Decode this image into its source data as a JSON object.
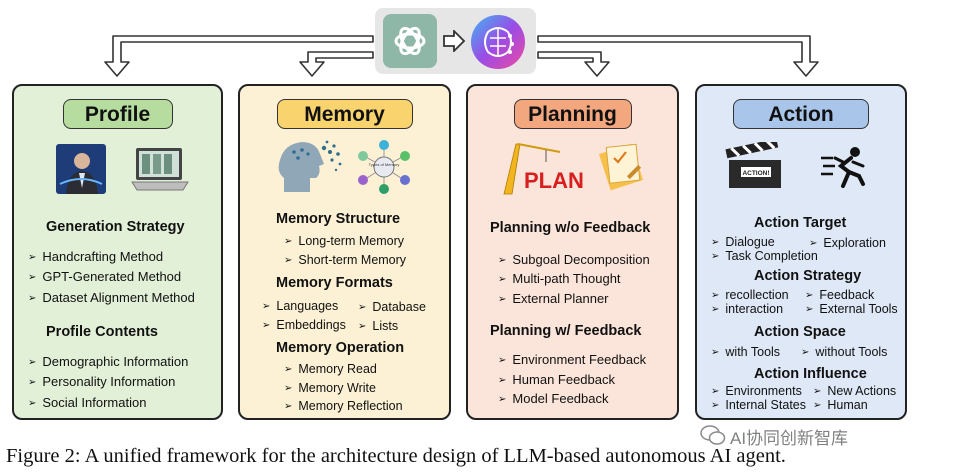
{
  "panels": {
    "profile": {
      "title": "Profile",
      "generation_strategy": "Generation Strategy",
      "gen_items": [
        "Handcrafting Method",
        "GPT-Generated Method",
        "Dataset  Alignment Method"
      ],
      "profile_contents": "Profile Contents",
      "content_items": [
        "Demographic Information",
        "Personality Information",
        "Social Information"
      ],
      "colors": {
        "fill": "#e3f0d8",
        "pill": "#b6dca0"
      }
    },
    "memory": {
      "title": "Memory",
      "structure": "Memory Structure",
      "structure_items": [
        "Long-term Memory",
        "Short-term Memory"
      ],
      "formats": "Memory Formats",
      "format_items": [
        "Languages",
        "Database",
        "Embeddings",
        "Lists"
      ],
      "operation": "Memory Operation",
      "operation_items": [
        "Memory Read",
        "Memory Write",
        "Memory Reflection"
      ],
      "icon_text": "Types of Memory",
      "colors": {
        "fill": "#fcf1d4",
        "pill": "#f8d36e"
      }
    },
    "planning": {
      "title": "Planning",
      "without_feedback": "Planning w/o Feedback",
      "without_items": [
        "Subgoal Decomposition",
        "Multi-path Thought",
        "External Planner"
      ],
      "with_feedback": "Planning w/ Feedback",
      "with_items": [
        "Environment Feedback",
        "Human Feedback",
        "Model Feedback"
      ],
      "icon_text": "PLAN",
      "colors": {
        "fill": "#fbe5da",
        "pill": "#f2a77f"
      }
    },
    "action": {
      "title": "Action",
      "target": "Action Target",
      "target_items": [
        "Dialogue",
        "Exploration",
        "Task Completion"
      ],
      "strategy": "Action Strategy",
      "strategy_items": [
        "recollection",
        "Feedback",
        "interaction",
        "External Tools"
      ],
      "space": "Action Space",
      "space_items": [
        "with Tools",
        "without Tools"
      ],
      "influence": "Action Influence",
      "influence_items": [
        "Environments",
        "New Actions",
        "Internal States",
        "Human"
      ],
      "icon_text": "ACTION!",
      "colors": {
        "fill": "#dfe8f6",
        "pill": "#a9c6ea"
      }
    }
  },
  "caption": "Figure 2: A unified framework for the architecture design of LLM-based autonomous AI agent.",
  "watermark": "AI协同创新智库"
}
